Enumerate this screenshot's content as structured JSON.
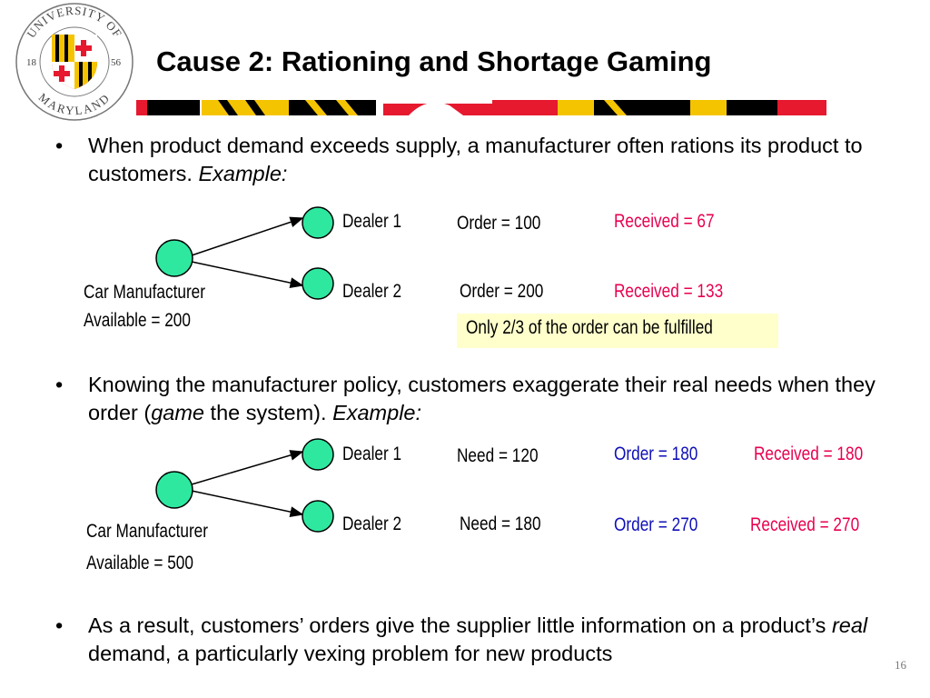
{
  "slide": {
    "title": "Cause 2: Rationing and Shortage Gaming",
    "page_number": "16",
    "logo_text": [
      "UNIVERSITY OF",
      "MARYLAND",
      "18",
      "56"
    ]
  },
  "colors": {
    "node_fill": "#2ee8a0",
    "received": "#e8004e",
    "order_blue": "#1010b8",
    "note_bg": "#ffffcc"
  },
  "bullets": [
    {
      "pre": "When product demand exceeds supply, a manufacturer often rations its product to customers. ",
      "em": "Example:",
      "post": ""
    },
    {
      "pre": "Knowing the manufacturer policy, customers exaggerate their real needs when they order (",
      "em": "game",
      "post": " the system). ",
      "em2": "Example:"
    },
    {
      "pre": "As a result, customers’ orders give the supplier little information on a product’s ",
      "em": "real",
      "post": " demand, a particularly vexing problem for new products"
    }
  ],
  "diagram1": {
    "manufacturer": "Car Manufacturer",
    "available": "Available = 200",
    "dealer1": {
      "name": "Dealer 1",
      "order": "Order = 100",
      "received": "Received = 67"
    },
    "dealer2": {
      "name": "Dealer 2",
      "order": "Order = 200",
      "received": "Received = 133"
    },
    "note": "Only 2/3 of the order can be fulfilled"
  },
  "diagram2": {
    "manufacturer": "Car Manufacturer",
    "available": "Available = 500",
    "dealer1": {
      "name": "Dealer 1",
      "need": "Need = 120",
      "order": "Order = 180",
      "received": "Received = 180"
    },
    "dealer2": {
      "name": "Dealer 2",
      "need": "Need = 180",
      "order": "Order = 270",
      "received": "Received = 270"
    }
  }
}
